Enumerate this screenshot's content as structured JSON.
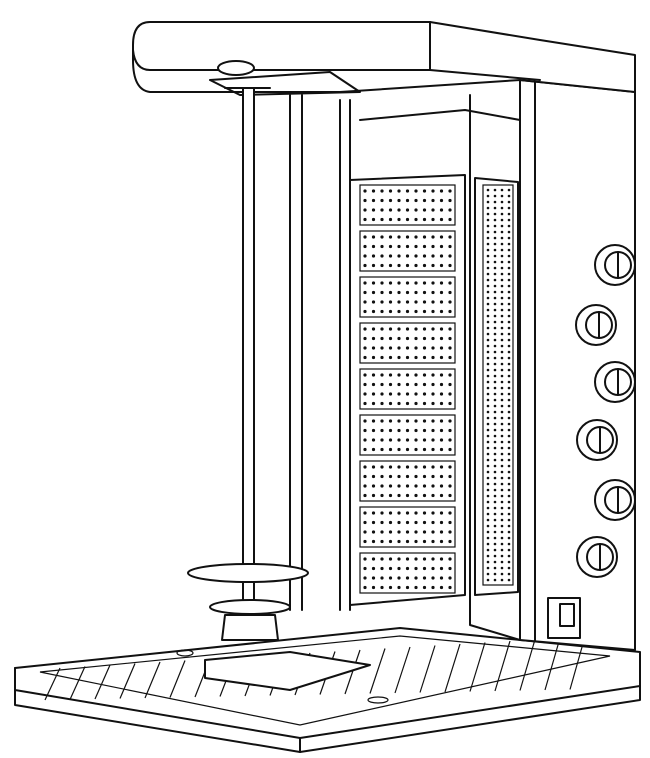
{
  "illustration": {
    "subject": "vertical-rotisserie-grill",
    "colors": {
      "line": "#111111",
      "background": "#ffffff"
    },
    "burner_panels": {
      "left_rows": 9,
      "right_column": true
    },
    "control_knobs": 6,
    "has_power_switch": true,
    "spit_discs": 2
  }
}
